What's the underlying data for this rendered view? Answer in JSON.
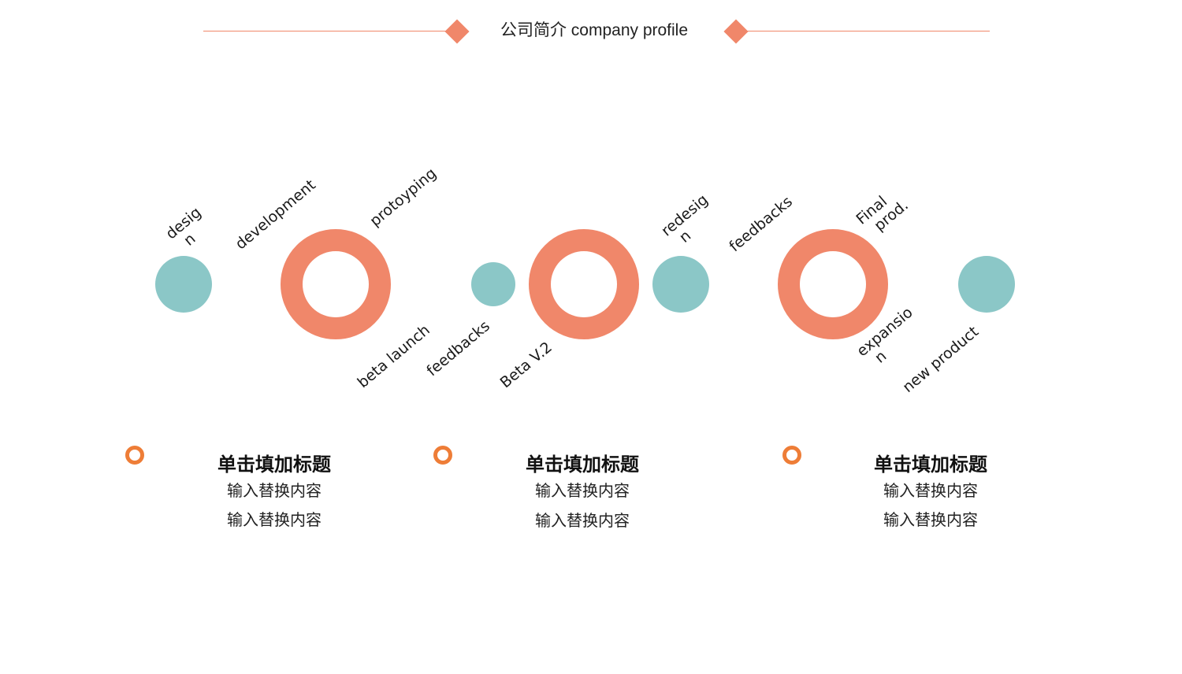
{
  "header": {
    "title": "公司简介  company profile"
  },
  "diagram": {
    "labels": {
      "design": "desig\n  n",
      "development": "development",
      "protoyping": "protoyping",
      "beta_launch": "beta launch",
      "feedbacks_1": "feedbacks",
      "beta_v2": "Beta V.2",
      "redesign": "redesig\n  n",
      "feedbacks_2": "feedbacks",
      "final_prod": "Final\n  prod.",
      "expansion": "expansio\n  n",
      "new_product": "new product"
    },
    "colors": {
      "teal": "#8bc7c7",
      "coral": "#f0876a"
    }
  },
  "cards": [
    {
      "title": "单击填加标题",
      "line1": "输入替换内容",
      "line2": "输入替换内容"
    },
    {
      "title": "单击填加标题",
      "line1": "输入替换内容",
      "line2": "输入替换内容"
    },
    {
      "title": "单击填加标题",
      "line1": "输入替换内容",
      "line2": "输入替换内容"
    }
  ],
  "colors": {
    "accent": "#f0876a",
    "card_ring": "#ee7d37"
  }
}
